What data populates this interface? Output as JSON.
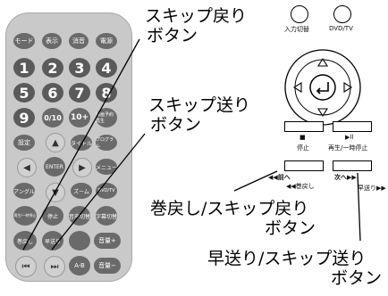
{
  "remote": {
    "row1": [
      "モード",
      "表示",
      "消音",
      "電源"
    ],
    "numbers": [
      "1",
      "2",
      "3",
      "4",
      "5",
      "6",
      "7",
      "8",
      "9",
      "0/10",
      "10+",
      "録画予約再生"
    ],
    "row_setup": [
      "設定",
      "",
      "タイトル",
      "プログラム"
    ],
    "row_nav": [
      "",
      "ENTER",
      "",
      "メニュー"
    ],
    "row_angle": [
      "アングル",
      "",
      "ズーム",
      "DVD/TV"
    ],
    "row_play": [
      "再生/一時停止",
      "停止",
      "音声切替",
      "字幕切替"
    ],
    "row_skip": [
      "巻戻し",
      "早送り",
      "",
      "音量+"
    ],
    "row_bottom": [
      "",
      "",
      "A-B",
      "音量−"
    ]
  },
  "panel": {
    "input_switch": "入力切替",
    "dvdtv": "DVD/TV",
    "stop_symbol": "■",
    "stop": "停止",
    "play_symbol": "▶ll",
    "play_pause": "再生/一時停止",
    "prev_label": "◀◀前へ",
    "next_label": "次へ▶▶|",
    "rewind_label": "◀◀巻戻し",
    "ff_label": "早送り▶▶"
  },
  "callouts": {
    "skip_back_line1": "スキップ戻り",
    "skip_back_line2": "ボタン",
    "skip_fwd_line1": "スキップ送り",
    "skip_fwd_line2": "ボタン",
    "rewind_line1": "巻戻し/スキップ戻り",
    "rewind_line2": "ボタン",
    "ff_line1": "早送り/スキップ送り",
    "ff_line2": "ボタン"
  }
}
